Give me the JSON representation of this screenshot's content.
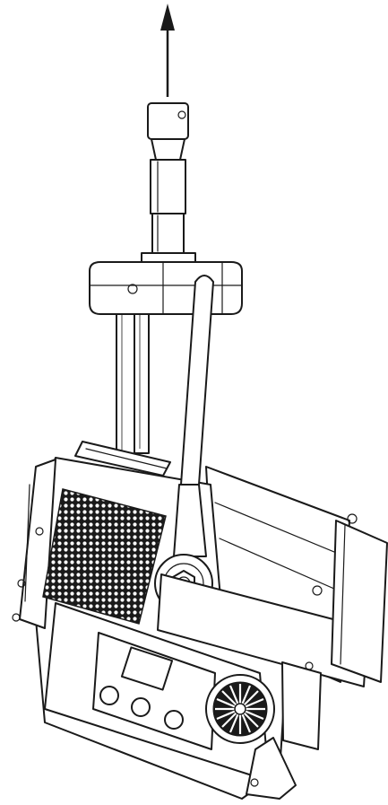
{
  "figure": {
    "kind": "line-drawing",
    "subject": "fixture-hanging-diagram",
    "line_color": "#1a1a1a",
    "background": "#ffffff",
    "arrow_direction": "up"
  }
}
